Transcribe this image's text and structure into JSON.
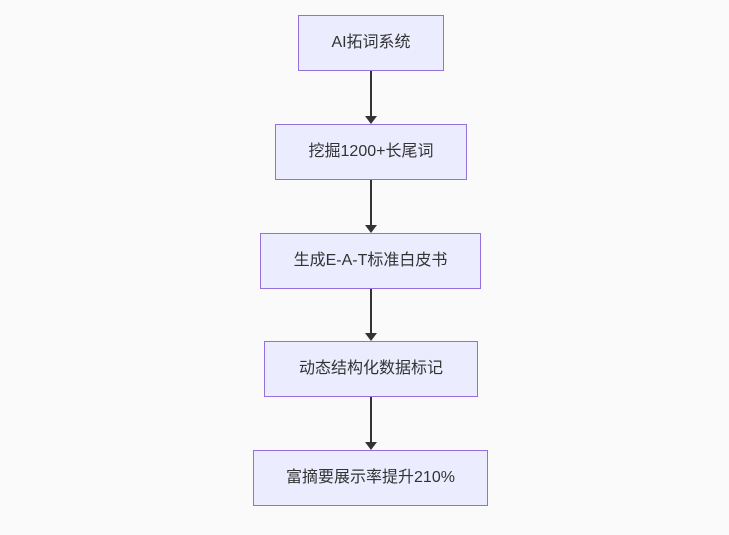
{
  "diagram": {
    "type": "flowchart",
    "direction": "top-down",
    "nodes": [
      {
        "id": "n0",
        "label": "AI拓词系统"
      },
      {
        "id": "n1",
        "label": "挖掘1200+长尾词"
      },
      {
        "id": "n2",
        "label": "生成E-A-T标准白皮书"
      },
      {
        "id": "n3",
        "label": "动态结构化数据标记"
      },
      {
        "id": "n4",
        "label": "富摘要展示率提升210%"
      }
    ],
    "edges": [
      {
        "from": "n0",
        "to": "n1",
        "style": "arrow-down"
      },
      {
        "from": "n1",
        "to": "n2",
        "style": "arrow-down"
      },
      {
        "from": "n2",
        "to": "n3",
        "style": "arrow-down"
      },
      {
        "from": "n3",
        "to": "n4",
        "style": "arrow-down"
      }
    ],
    "colors": {
      "background": "#fafafa",
      "node_fill": "#ECECFF",
      "node_border": "#9370DB",
      "arrow": "#333333",
      "text": "#333333"
    }
  }
}
